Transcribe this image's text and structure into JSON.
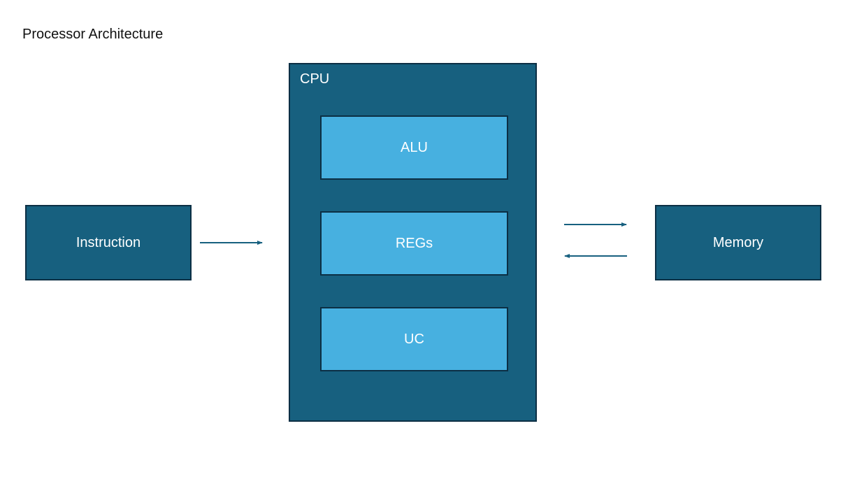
{
  "title": "Processor Architecture",
  "nodes": {
    "instruction": "Instruction",
    "cpu": "CPU",
    "alu": "ALU",
    "regs": "REGs",
    "uc": "UC",
    "memory": "Memory"
  },
  "colors": {
    "outer_box": "#17607f",
    "inner_box": "#47b0e0",
    "border": "#0c2f44",
    "arrow": "#17607f",
    "text_on_box": "#ffffff"
  },
  "edges": [
    {
      "from": "instruction",
      "to": "cpu"
    },
    {
      "from": "cpu",
      "to": "memory"
    },
    {
      "from": "memory",
      "to": "cpu"
    }
  ]
}
